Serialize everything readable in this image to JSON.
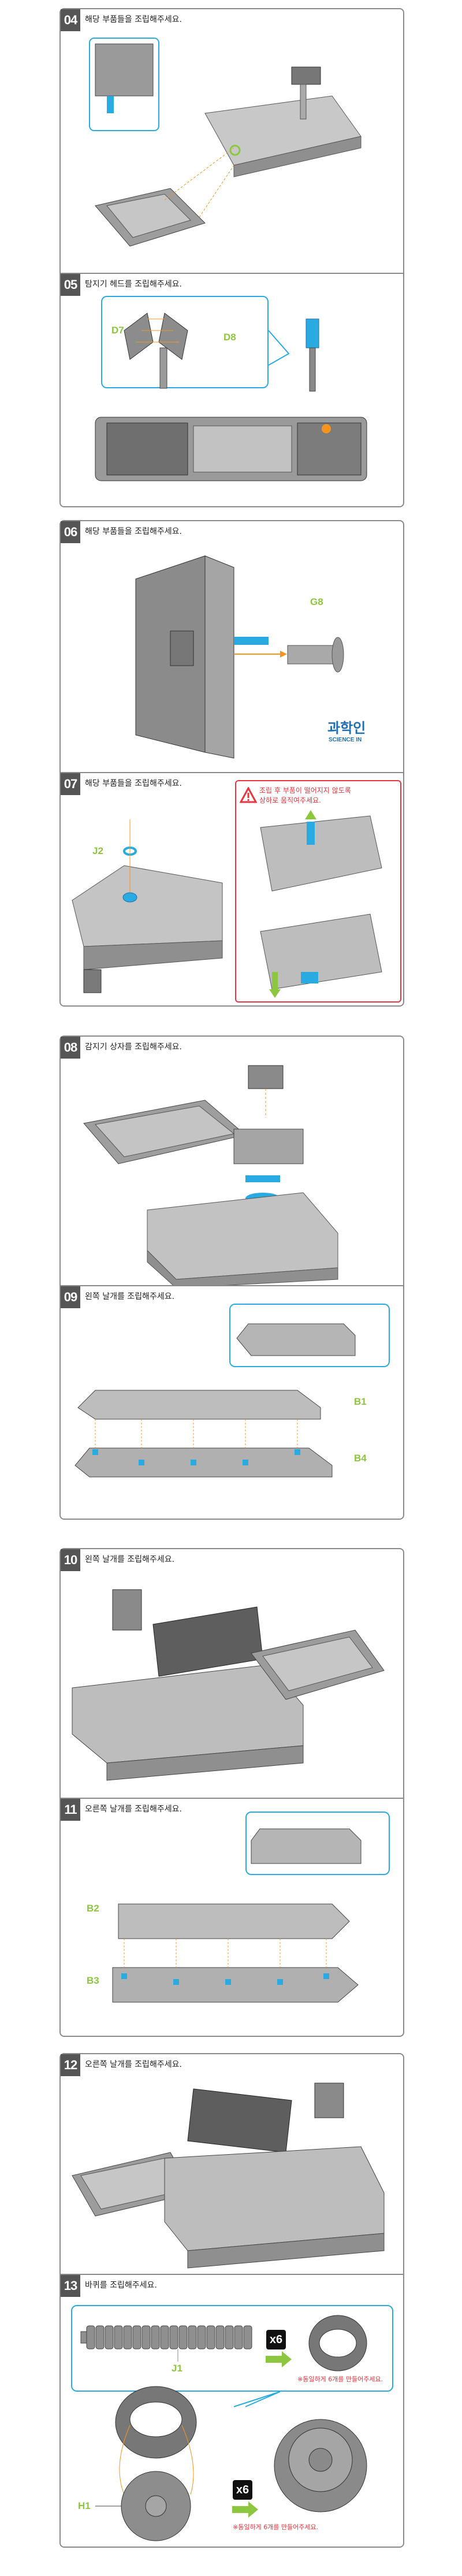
{
  "steps": [
    {
      "number": "04",
      "title": "해당 부품들을 조립해주세요."
    },
    {
      "number": "05",
      "title": "탐지기 헤드를 조립해주세요.",
      "labels": [
        "D7",
        "D8"
      ]
    },
    {
      "number": "06",
      "title": "해당 부품들을 조립해주세요.",
      "labels": [
        "G8"
      ]
    },
    {
      "number": "07",
      "title": "해당 부품들을 조립해주세요.",
      "labels": [
        "J2"
      ],
      "warning": [
        "조립 후 부품이 떨어지지 않도록",
        "상하로 움직여주세요."
      ]
    },
    {
      "number": "08",
      "title": "감지기 상자를 조립해주세요."
    },
    {
      "number": "09",
      "title": "왼쪽 날개를 조립해주세요.",
      "labels": [
        "B1",
        "B4"
      ]
    },
    {
      "number": "10",
      "title": "왼쪽 날개를 조립해주세요."
    },
    {
      "number": "11",
      "title": "오른쪽 날개를 조립해주세요.",
      "labels": [
        "B2",
        "B3"
      ]
    },
    {
      "number": "12",
      "title": "오른쪽 날개를 조립해주세요."
    },
    {
      "number": "13",
      "title": "바퀴를 조립해주세요.",
      "labels": [
        "J1",
        "H1"
      ],
      "multiplier": "x6",
      "notes": [
        "※동일하게 6개를 만들어주세요.",
        "※동일하게 6개를 만들어주세요."
      ]
    }
  ],
  "logo": {
    "name": "과학인",
    "subtitle": "SCIENCE IN"
  },
  "colors": {
    "label_green": "#8dc63f",
    "callout_blue": "#29abe2",
    "warning_red": "#e8343c",
    "arrow_orange": "#f7941d",
    "badge_gray": "#555555"
  }
}
